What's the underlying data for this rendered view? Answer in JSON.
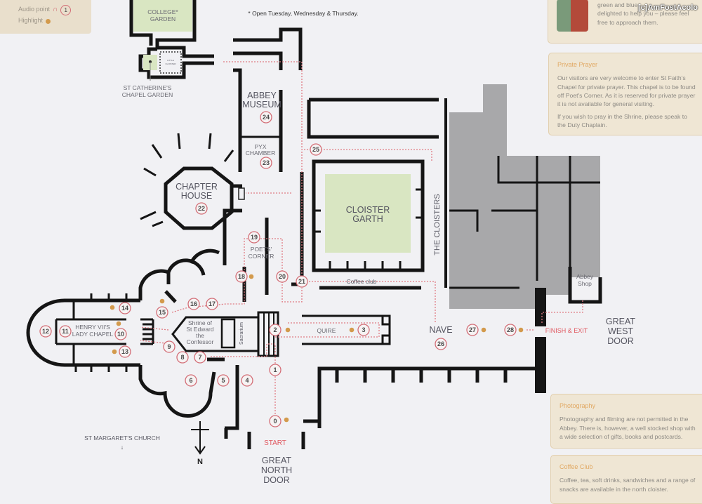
{
  "legend": {
    "audio_point": "Audio point",
    "audio_sample": "1",
    "highlight": "Highlight"
  },
  "note": "* Open Tuesday, Wednesday & Thursday.",
  "watermark": "[c]AmFostAcolo",
  "labels": {
    "college_garden": [
      "COLLEGE*",
      "GARDEN"
    ],
    "little_cloister": [
      "LITTLE",
      "CLOISTER"
    ],
    "st_catherine": [
      "ST CATHERINE'S",
      "CHAPEL GARDEN"
    ],
    "abbey_museum": [
      "ABBEY",
      "MUSEUM"
    ],
    "pyx_chamber": [
      "PYX",
      "CHAMBER"
    ],
    "chapter_house": [
      "CHAPTER",
      "HOUSE"
    ],
    "cloister_garth": [
      "CLOISTER",
      "GARTH"
    ],
    "the_cloisters": "THE CLOISTERS",
    "poets_corner": [
      "POETS'",
      "CORNER"
    ],
    "coffee_club": "Coffee club",
    "quire": "QUIRE",
    "shrine": [
      "Shrine of",
      "St Edward",
      "the",
      "Confessor"
    ],
    "sacrarium": "Sacrarium",
    "lady_chapel": [
      "HENRY VII'S",
      "LADY CHAPEL"
    ],
    "nave": "NAVE",
    "finish": "FINISH & EXIT",
    "abbey_shop": [
      "Abbey",
      "Shop"
    ],
    "great_west_door": [
      "GREAT",
      "WEST",
      "DOOR"
    ],
    "start": "START",
    "great_north_door": [
      "GREAT",
      "NORTH",
      "DOOR"
    ],
    "st_margarets": "ST MARGARET'S CHURCH",
    "st_margarets_arrow": "↓",
    "north": "N"
  },
  "audio_points": [
    "0",
    "1",
    "2",
    "3",
    "4",
    "5",
    "6",
    "7",
    "8",
    "9",
    "10",
    "11",
    "12",
    "13",
    "14",
    "15",
    "16",
    "17",
    "18",
    "19",
    "20",
    "21",
    "22",
    "23",
    "24",
    "25",
    "26",
    "27",
    "28"
  ],
  "info_boxes": {
    "stewards": {
      "text": [
        "green and blue ...",
        "delighted to help you – please feel",
        "free to approach them."
      ]
    },
    "private_prayer": {
      "title": "Private Prayer",
      "paragraphs": [
        "Our visitors are very welcome to enter St Faith's Chapel for private prayer. This chapel is to be found off Poet's Corner. As it is reserved for private prayer it is not available for general visiting.",
        "If you wish to pray in the Shrine, please speak to the Duty Chaplain."
      ]
    },
    "photography": {
      "title": "Photography",
      "text": "Photography and filming are not permitted in the Abbey. There is, however, a well stocked shop with a wide selection of gifts, books and postcards."
    },
    "coffee_club": {
      "title": "Coffee Club",
      "text": "Coffee, tea, soft drinks, sandwiches and a range of snacks are available in the north cloister."
    }
  },
  "colors": {
    "route": "#e07c84",
    "highlight": "#d39a4c",
    "garden": "#d9e6c2",
    "buildings": "#a8a8aa",
    "panel": "#efe6d4"
  }
}
